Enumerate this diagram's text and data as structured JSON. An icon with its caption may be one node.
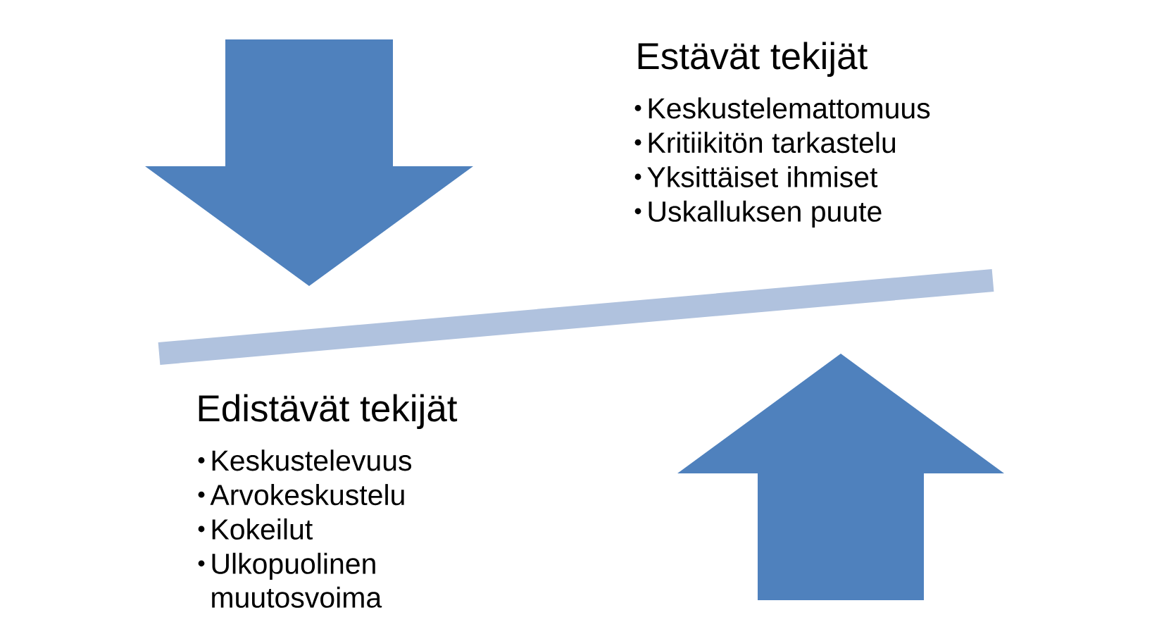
{
  "diagram": {
    "nodes": [
      {
        "text": [],
        "shape": "bar"
      }
    ],
    "labels": [
      "Estävät tekijät",
      "Keskustelemattomuus",
      "Kritiikitön tarkastelu",
      "Yksittäiset ihmiset",
      "Uskalluksen puute",
      "Edistävät tekijät",
      "Keskustelevuus",
      "Arvokeskustelu",
      "Kokeilut",
      "Ulkopuolinen muutosvoima"
    ]
  }
}
